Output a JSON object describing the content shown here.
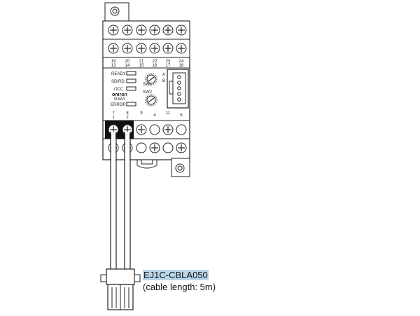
{
  "labels": {
    "terminals_upper": [
      "19",
      "20",
      "21",
      "22",
      "23",
      "24"
    ],
    "terminals_lower": [
      "13",
      "14",
      "15",
      "16",
      "17",
      "18"
    ],
    "terminals_bottom_top": [
      "7",
      "8",
      "9",
      "4",
      "11",
      "6"
    ],
    "terminals_bottom_bottom": [
      "1",
      "2"
    ],
    "led_ready": "READY",
    "led_sdrd": "SD/RD",
    "led_occ": "OCC",
    "brand": "omron",
    "model": "G3ZA",
    "led_error": "ERROR",
    "switch_a": "A",
    "switch_b": "B",
    "sw1": "SW1",
    "sw2": "SW2"
  },
  "caption": {
    "part_number": "EJ1C-CBLA050",
    "cable_length": "(cable length: 5m)"
  }
}
